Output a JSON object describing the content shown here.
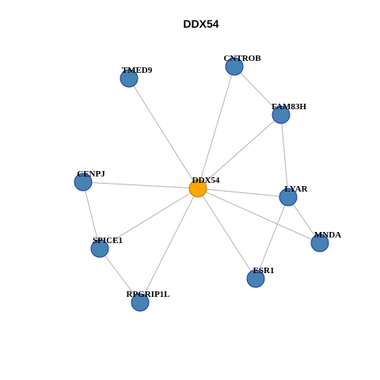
{
  "title": "DDX54",
  "colors": {
    "background": "#ffffff",
    "center_node_fill": "#ffa500",
    "center_node_stroke": "#b8860b",
    "node_fill": "#4682b4",
    "node_stroke": "#1c3aa9",
    "edge": "#b3b3b3"
  },
  "nodes": [
    {
      "id": "DDX54",
      "label": "DDX54",
      "center": true
    },
    {
      "id": "TMED9",
      "label": "TMED9"
    },
    {
      "id": "CNTROB",
      "label": "CNTROB"
    },
    {
      "id": "FAM83H",
      "label": "FAM83H"
    },
    {
      "id": "CENPJ",
      "label": "CENPJ"
    },
    {
      "id": "LYAR",
      "label": "LYAR"
    },
    {
      "id": "MNDA",
      "label": "MNDA"
    },
    {
      "id": "SPICE1",
      "label": "SPICE1"
    },
    {
      "id": "ESR1",
      "label": "ESR1"
    },
    {
      "id": "RPGRIP1L",
      "label": "RPGRIP1L"
    }
  ],
  "edges": [
    [
      "DDX54",
      "TMED9"
    ],
    [
      "DDX54",
      "CNTROB"
    ],
    [
      "DDX54",
      "FAM83H"
    ],
    [
      "DDX54",
      "CENPJ"
    ],
    [
      "DDX54",
      "LYAR"
    ],
    [
      "DDX54",
      "MNDA"
    ],
    [
      "DDX54",
      "SPICE1"
    ],
    [
      "DDX54",
      "ESR1"
    ],
    [
      "DDX54",
      "RPGRIP1L"
    ],
    [
      "CNTROB",
      "FAM83H"
    ],
    [
      "FAM83H",
      "LYAR"
    ],
    [
      "LYAR",
      "MNDA"
    ],
    [
      "LYAR",
      "ESR1"
    ],
    [
      "CENPJ",
      "SPICE1"
    ],
    [
      "SPICE1",
      "RPGRIP1L"
    ]
  ]
}
